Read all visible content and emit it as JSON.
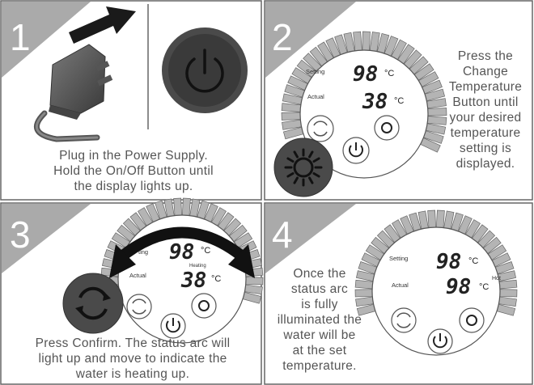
{
  "steps": [
    {
      "number": "1",
      "caption": [
        "Plug in the Power Supply.",
        "Hold the On/Off Button until",
        "the display lights up."
      ]
    },
    {
      "number": "2",
      "caption": [
        "Press the",
        "Change",
        "Temperature",
        "Button until",
        "your desired",
        "temperature",
        "setting is",
        "displayed."
      ],
      "display": {
        "setting_label": "Setting",
        "actual_label": "Actual",
        "setting_value": "98",
        "actual_value": "38",
        "unit": "°C"
      }
    },
    {
      "number": "3",
      "caption": [
        "Press Confirm. The status arc will",
        "light up and move to indicate the",
        "water is heating up."
      ],
      "display": {
        "setting_label": "ting",
        "actual_label": "Actual",
        "status_label": "Heating",
        "setting_value": "98",
        "actual_value": "38",
        "unit": "°C"
      }
    },
    {
      "number": "4",
      "caption": [
        "Once the",
        "status arc",
        "is fully",
        "illuminated the",
        "water will be",
        "at the set",
        "temperature."
      ],
      "display": {
        "setting_label": "Setting",
        "actual_label": "Actual",
        "status_label": "Hot",
        "setting_value": "98",
        "actual_value": "98",
        "unit": "°C"
      }
    }
  ],
  "colors": {
    "tab": "#aaaaaa",
    "panel_border": "#666666",
    "arc_segment": "#b4b4b4",
    "button_dark": "#4a4a4a",
    "text": "#555555"
  }
}
